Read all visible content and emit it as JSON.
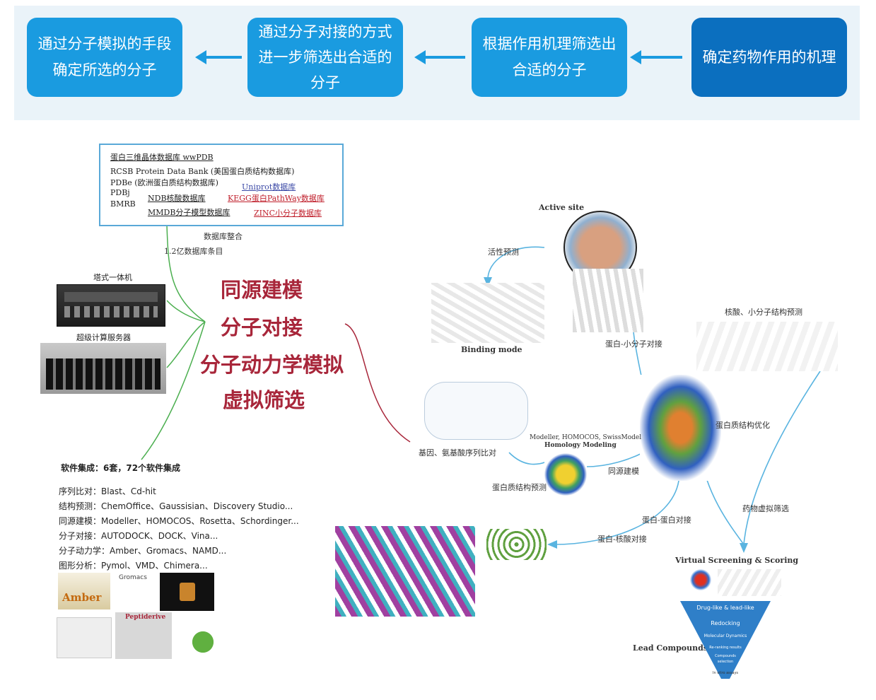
{
  "flow": {
    "box1": "通过分子模拟的手段\n确定所选的分子",
    "box2": "通过分子对接的方式\n进一步筛选出合适的\n分子",
    "box3": "根据作用机理筛选出\n合适的分子",
    "box4": "确定药物作用的机理"
  },
  "database": {
    "line1": "蛋白三维晶体数据库 wwPDB",
    "line2": "RCSB Protein Data Bank (美国蛋白质结构数据库)",
    "line3": "PDBe (欧洲蛋白质结构数据库)",
    "uniprot": "Uniprot数据库",
    "pdbj": "PDBj",
    "bmrb": "BMRB",
    "ndb": "NDB核酸数据库",
    "kegg": "KEGG蛋白PathWay数据库",
    "mmdb": "MMDB分子模型数据库",
    "zinc": "ZINC小分子数据库",
    "integration": "数据库整合",
    "entries": "1.2亿数据库条目"
  },
  "hardware": {
    "tower": "塔式一体机",
    "super": "超级计算服务器"
  },
  "center": {
    "line1": "同源建模",
    "line2": "分子对接",
    "line3": "分子动力学模拟",
    "line4": "虚拟筛选"
  },
  "software": {
    "title": "软件集成：6套，72个软件集成",
    "items": [
      "序列比对：Blast、Cd-hit",
      "结构预测：ChemOffice、Gaussisian、Discovery Studio...",
      "同源建模：Modeller、HOMOCOS、Rosetta、Schordinger...",
      "分子对接：AUTODOCK、DOCK、Vina...",
      "分子动力学：Amber、Gromacs、NAMD...",
      "图形分析：Pymol、VMD、Chimera..."
    ],
    "amber": "Amber",
    "gromacs": "Gromacs",
    "peptiderive": "Peptiderive"
  },
  "right": {
    "active_site": "Active site",
    "activity_pred": "活性预测",
    "binding_mode": "Binding mode",
    "protein_small": "蛋白-小分子对接",
    "nucleic_small_pred": "核酸、小分子结构预测",
    "protein_opt": "蛋白质结构优化",
    "seq_align": "基因、氨基酸序列比对",
    "modeller": "Modeller, HOMOCOS, SwissModel",
    "homology_modeling": "Homology Modeling",
    "homology_build": "同源建模",
    "protein_struct_pred": "蛋白质结构预测",
    "drug_vs": "药物虚拟筛选",
    "protein_protein": "蛋白-蛋白对接",
    "protein_nucleic": "蛋白-核酸对接",
    "vs_scoring": "Virtual Screening & Scoring",
    "lead": "Lead Compounds",
    "funnel": [
      "Drug-like & lead-like",
      "Redocking",
      "Molecular Dynamics",
      "Re-ranking results",
      "Compounds selection",
      "In vitro assays"
    ]
  },
  "colors": {
    "flow_blue": "#1a9be0",
    "flow_dark": "#0b6fbf",
    "title_red": "#a8263a",
    "link_green": "#4caf50",
    "link_blue": "#5ab4e0"
  }
}
